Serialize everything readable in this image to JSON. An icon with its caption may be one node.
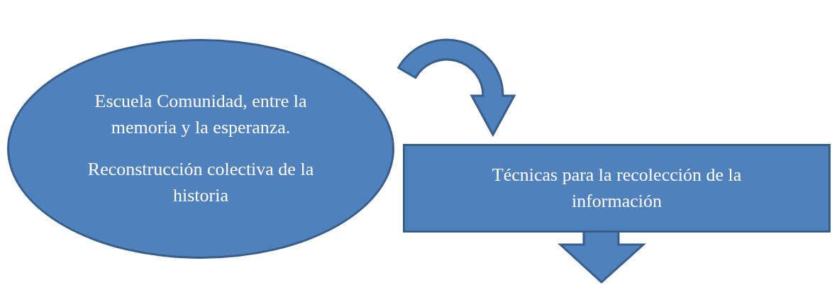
{
  "diagram": {
    "nodes": [
      {
        "text": [
          "Escuela Comunidad, entre la memoria y la esperanza.",
          "Reconstrucción colectiva de la historia"
        ]
      },
      {
        "text": [
          "Técnicas para la recolección de la información"
        ]
      }
    ],
    "edges": [
      {
        "from": 0,
        "to": 1,
        "arrow": "to"
      },
      {
        "from": 1,
        "to": null,
        "arrow": "to"
      }
    ]
  }
}
